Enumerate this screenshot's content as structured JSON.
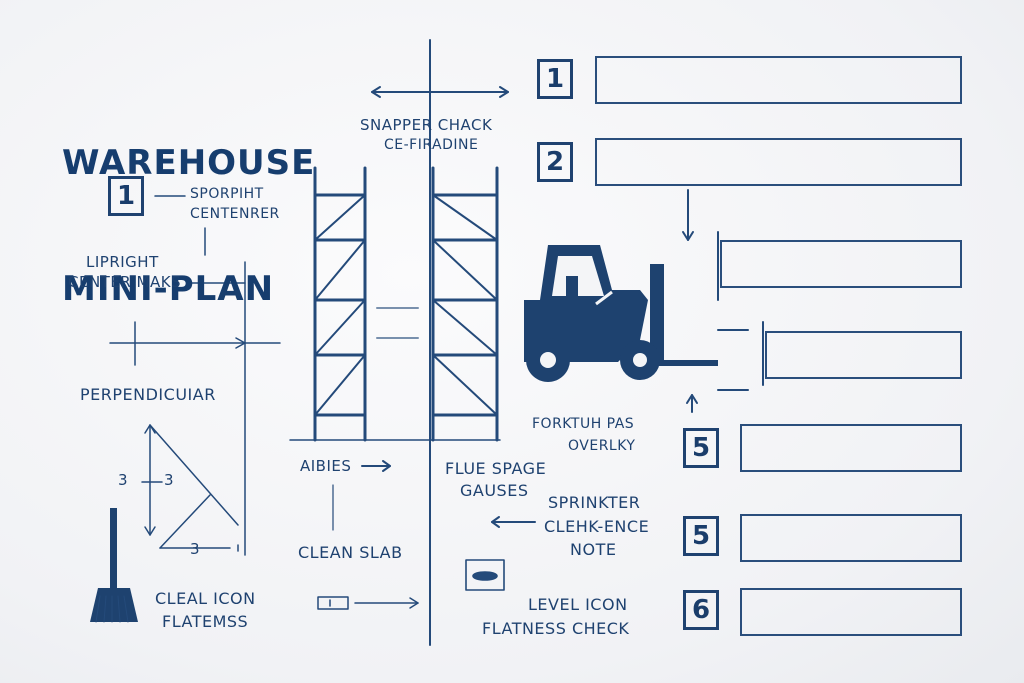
{
  "title": {
    "line1": "WAREHOUSE",
    "line2": "MINI-PLAN"
  },
  "labels": {
    "snapper_l1": "SNAPPER CHACK",
    "snapper_l2": "CE-FIRADINE",
    "sporpiht_l1": "SPORPIHT",
    "sporpiht_l2": "CENTENRER",
    "upright_l1": "LIPRIGHT",
    "upright_l2": "CENTER MAKS",
    "perpendicular": "PERPENDICUIAR",
    "dim_left": "3",
    "dim_mid": "3",
    "dim_bottom": "3",
    "aibies": "AIBIES",
    "clean_slab": "CLEAN SLAB",
    "flue_l1": "FLUE SPAGE",
    "flue_l2": "GAUSES",
    "sprinkter_l1": "SPRINKTER",
    "sprinkter_l2": "CLEHK-ENCE",
    "sprinkter_l3": "NOTE",
    "forktuh_l1": "FORKTUH PAS",
    "forktuh_l2": "OVERLKY",
    "cleal_l1": "CLEAL ICON",
    "cleal_l2": "FLATEMSS",
    "level_l1": "LEVEL ICON",
    "level_l2": "FLATNESS CHECK"
  },
  "number_boxes": {
    "left": "1",
    "r1": "1",
    "r2": "2",
    "r3": "5",
    "r4": "5",
    "r5": "6"
  },
  "icons": [
    "forklift-icon",
    "broom-icon",
    "level-icon",
    "tape-icon"
  ],
  "colors": {
    "ink": "#1f4270",
    "paper": "#f4f5f7"
  }
}
